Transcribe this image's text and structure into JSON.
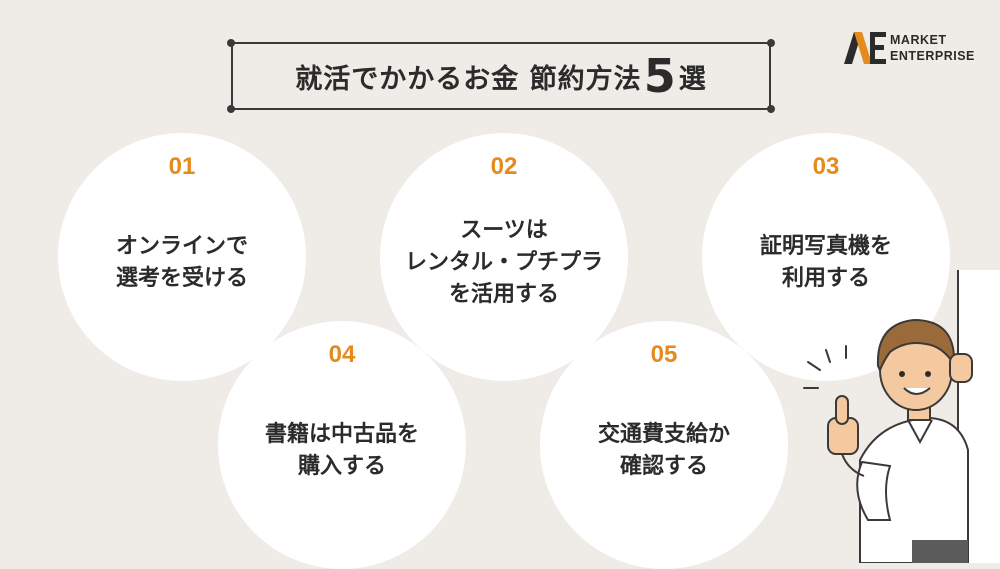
{
  "title": {
    "main": "就活でかかるお金 節約方法",
    "number": "5",
    "suffix": "選"
  },
  "logo": {
    "line1": "MARKET",
    "line2": "ENTERPRISE"
  },
  "items": [
    {
      "num": "01",
      "lines": [
        "オンラインで",
        "選考を受ける"
      ]
    },
    {
      "num": "02",
      "lines": [
        "スーツは",
        "レンタル・プチプラ",
        "を活用する"
      ]
    },
    {
      "num": "03",
      "lines": [
        "証明写真機を",
        "利用する"
      ]
    },
    {
      "num": "04",
      "lines": [
        "書籍は中古品を",
        "購入する"
      ]
    },
    {
      "num": "05",
      "lines": [
        "交通費支給か",
        "確認する"
      ]
    }
  ],
  "colors": {
    "background": "#efebe6",
    "accent": "#e58a1d",
    "circle": "#ffffff",
    "text": "#2b2b2b"
  },
  "icons": {
    "logo": "market-enterprise-logo-icon",
    "character": "thumbs-up-person-illustration"
  }
}
